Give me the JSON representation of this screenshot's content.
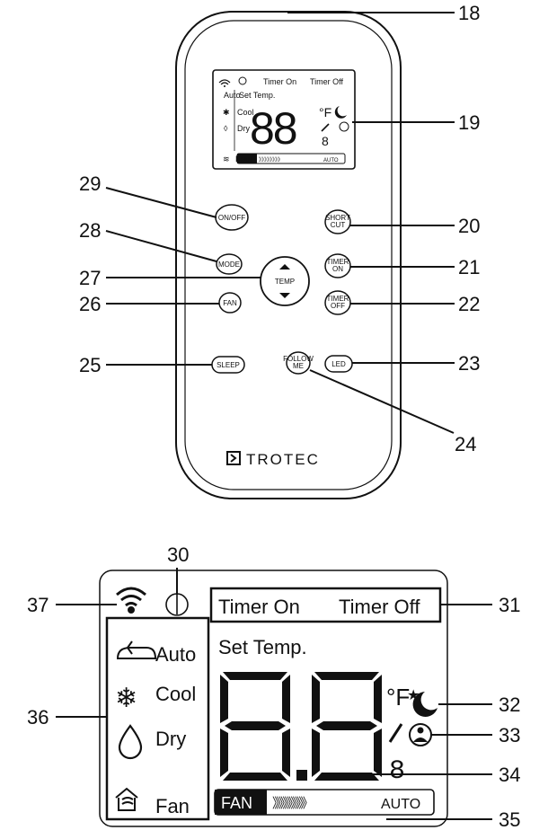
{
  "remote": {
    "brand": "TROTEC",
    "buttons": {
      "on_off": "ON/OFF",
      "mode": "MODE",
      "fan": "FAN",
      "sleep": "SLEEP",
      "temp": "TEMP",
      "short_cut_1": "SHORT",
      "short_cut_2": "CUT",
      "timer_on_1": "TIMER",
      "timer_on_2": "ON",
      "timer_off_1": "TIMER",
      "timer_off_2": "OFF",
      "follow_me_1": "FOLLOW",
      "follow_me_2": "ME",
      "led": "LED"
    }
  },
  "display": {
    "timer_on": "Timer On",
    "timer_off": "Timer Off",
    "set_temp": "Set Temp.",
    "modes": {
      "auto": "Auto",
      "cool": "Cool",
      "dry": "Dry",
      "fan": "Fan"
    },
    "digits": "88",
    "unit_f": "°F",
    "unit_c": "8",
    "fan_label": "FAN",
    "fan_speed": "》》》》》》》》",
    "fan_auto": "AUTO"
  },
  "callouts": {
    "n18": "18",
    "n19": "19",
    "n20": "20",
    "n21": "21",
    "n22": "22",
    "n23": "23",
    "n24": "24",
    "n25": "25",
    "n26": "26",
    "n27": "27",
    "n28": "28",
    "n29": "29",
    "n30": "30",
    "n31": "31",
    "n32": "32",
    "n33": "33",
    "n34": "34",
    "n35": "35",
    "n36": "36",
    "n37": "37"
  }
}
